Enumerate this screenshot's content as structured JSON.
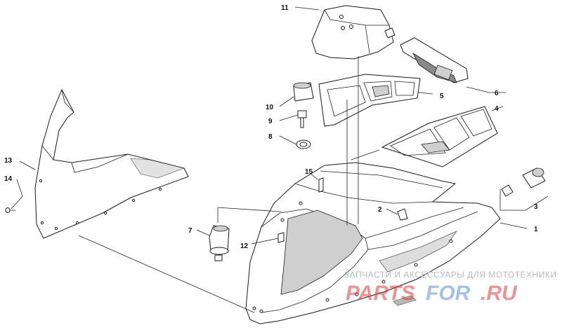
{
  "callouts": {
    "c1": "1",
    "c2": "2",
    "c3": "3",
    "c4": "4",
    "c5": "5",
    "c6": "6",
    "c7": "7",
    "c8": "8",
    "c9": "9",
    "c10": "10",
    "c11": "11",
    "c12": "12",
    "c13": "13",
    "c14": "14",
    "c15": "15"
  },
  "watermark": {
    "tagline": "ЗАПЧАСТИ И АКСЕССУАРЫ ДЛЯ МОТОТЕХНИКИ",
    "brand_left": "PARTS",
    "brand_mid": "FOR",
    "brand_right": ".RU"
  },
  "colors": {
    "line": "#1a1a1a",
    "watermark_red": "#e23a3a",
    "watermark_blue": "#5a8fd6"
  }
}
